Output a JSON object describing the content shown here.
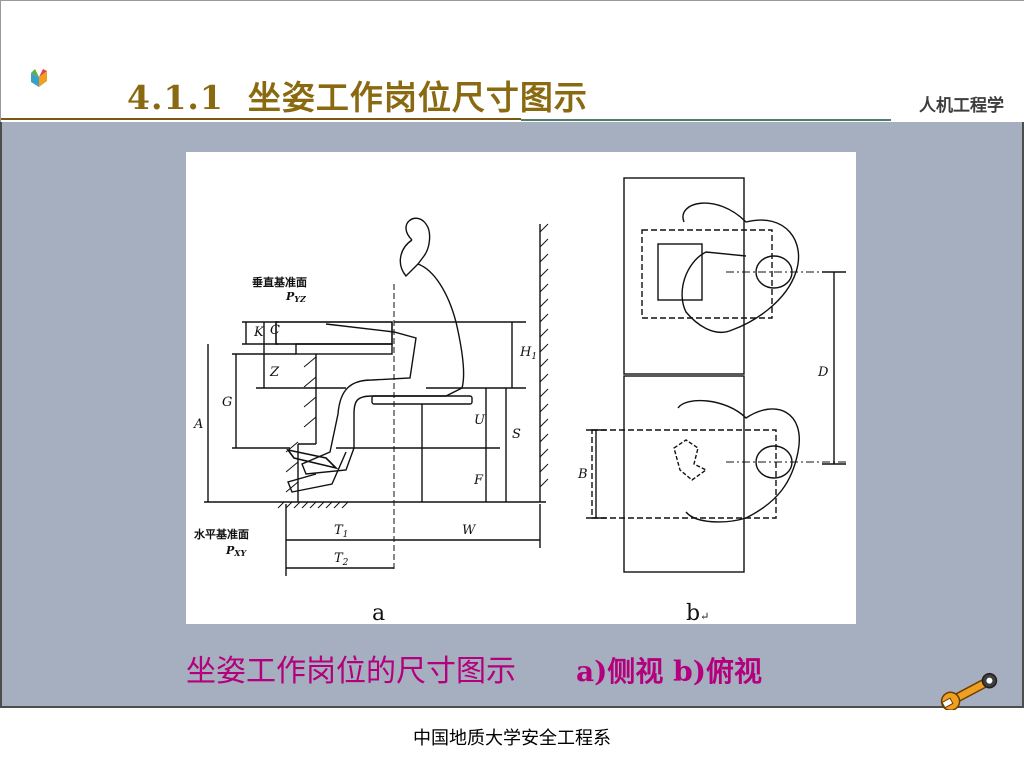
{
  "header": {
    "title_number": "4.1.1",
    "title_text": "坐姿工作岗位尺寸图示",
    "course_label": "人机工程学"
  },
  "figure": {
    "side_view": {
      "vertical_plane_label": "垂直基准面",
      "vertical_plane_symbol": "P",
      "vertical_plane_sub": "YZ",
      "horizontal_plane_label": "水平基准面",
      "horizontal_plane_symbol": "P",
      "horizontal_plane_sub": "XY",
      "dim_K": "K",
      "dim_C": "C",
      "dim_Z": "Z",
      "dim_G": "G",
      "dim_A": "A",
      "dim_H1": "H",
      "dim_H1_sub": "1",
      "dim_U": "U",
      "dim_S": "S",
      "dim_F": "F",
      "dim_T1": "T",
      "dim_T1_sub": "1",
      "dim_T2": "T",
      "dim_T2_sub": "2",
      "dim_W": "W",
      "panel_label": "a"
    },
    "top_view": {
      "dim_D": "D",
      "dim_B": "B",
      "panel_label": "b",
      "return_mark": "↵"
    }
  },
  "caption": {
    "text": "坐姿工作岗位的尺寸图示",
    "views": "a)侧视  b)俯视"
  },
  "footer": {
    "text": "中国地质大学安全工程系"
  },
  "colors": {
    "title": "#8a6a10",
    "content_bg": "#a5afbf",
    "caption": "#b4007c"
  },
  "icons": [
    "logo-icon",
    "wrench-icon"
  ]
}
